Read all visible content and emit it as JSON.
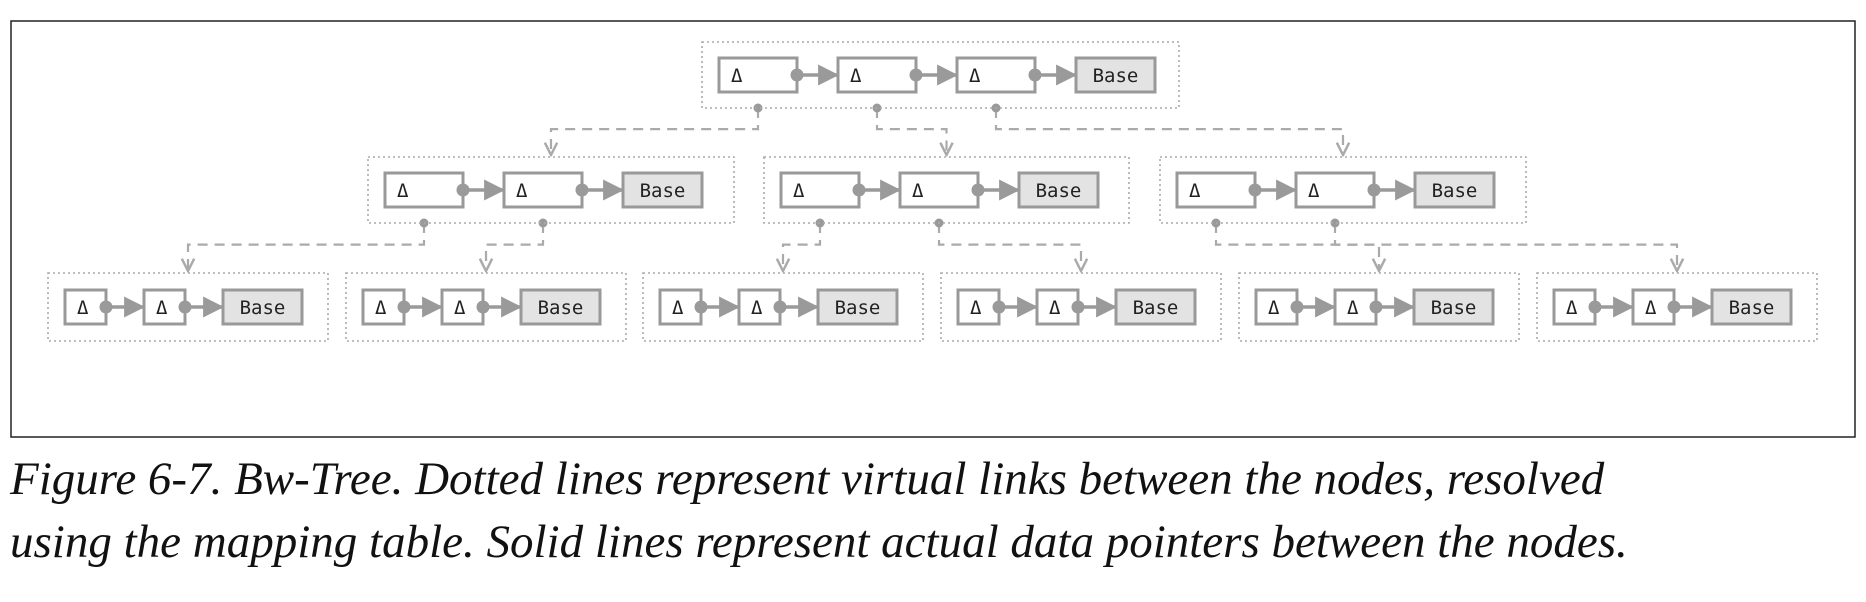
{
  "figure": {
    "caption_line1": "Figure 6-7. Bw-Tree. Dotted lines represent virtual links between the nodes, resolved",
    "caption_line2": "using the mapping table. Solid lines represent actual data pointers between the nodes."
  },
  "diagram": {
    "delta_label": "Δ",
    "base_label": "Base",
    "nodes": [
      {
        "id": "root",
        "chain": [
          "Δ",
          "Δ",
          "Δ",
          "Base"
        ]
      },
      {
        "id": "mid-1",
        "chain": [
          "Δ",
          "Δ",
          "Base"
        ]
      },
      {
        "id": "mid-2",
        "chain": [
          "Δ",
          "Δ",
          "Base"
        ]
      },
      {
        "id": "mid-3",
        "chain": [
          "Δ",
          "Δ",
          "Base"
        ]
      },
      {
        "id": "leaf-1",
        "chain": [
          "Δ",
          "Δ",
          "Base"
        ]
      },
      {
        "id": "leaf-2",
        "chain": [
          "Δ",
          "Δ",
          "Base"
        ]
      },
      {
        "id": "leaf-3",
        "chain": [
          "Δ",
          "Δ",
          "Base"
        ]
      },
      {
        "id": "leaf-4",
        "chain": [
          "Δ",
          "Δ",
          "Base"
        ]
      },
      {
        "id": "leaf-5",
        "chain": [
          "Δ",
          "Δ",
          "Base"
        ]
      },
      {
        "id": "leaf-6",
        "chain": [
          "Δ",
          "Δ",
          "Base"
        ]
      }
    ],
    "virtual_links": [
      {
        "from": "root",
        "to": "mid-1"
      },
      {
        "from": "root",
        "to": "mid-2"
      },
      {
        "from": "root",
        "to": "mid-3"
      },
      {
        "from": "mid-1",
        "to": "leaf-1"
      },
      {
        "from": "mid-1",
        "to": "leaf-2"
      },
      {
        "from": "mid-2",
        "to": "leaf-3"
      },
      {
        "from": "mid-2",
        "to": "leaf-4"
      },
      {
        "from": "mid-3",
        "to": "leaf-5"
      },
      {
        "from": "mid-3",
        "to": "leaf-6"
      }
    ],
    "colors": {
      "frame": "#222222",
      "node_border": "#999999",
      "base_fill": "#e3e3e3",
      "connector": "#9a9a9a",
      "virtual_link": "#aaaaaa"
    }
  }
}
